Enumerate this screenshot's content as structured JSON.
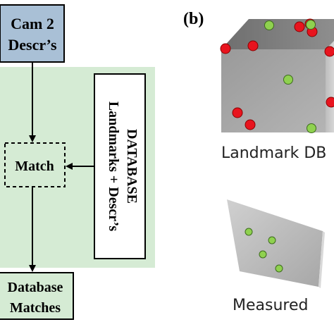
{
  "panel_b_label": "(b)",
  "left": {
    "cam_box": {
      "line1": "Cam 2",
      "line2": "Descr’s",
      "fill": "#a9c0d6"
    },
    "match_box": {
      "label": "Match"
    },
    "database_box": {
      "line1": "DATABASE",
      "line2": "Landmarks + Descr’s"
    },
    "matches_box": {
      "line1": "Database",
      "line2": "Matches"
    },
    "region_fill": "#d5ebd4"
  },
  "right": {
    "landmark_caption": "Landmark DB",
    "measured_caption": "Measured",
    "red_point_color": "#e8141e",
    "green_point_color": "#8fd14f"
  }
}
